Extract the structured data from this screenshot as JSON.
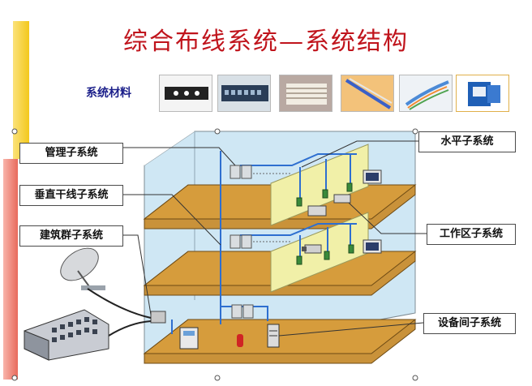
{
  "title": "综合布线系统—系统结构",
  "materials": {
    "label": "系统材料",
    "items": [
      {
        "name": "patch-panel-photo-icon"
      },
      {
        "name": "rack-panel-photo-icon"
      },
      {
        "name": "connection-block-photo-icon"
      },
      {
        "name": "fiber-cable-photo-icon"
      },
      {
        "name": "twisted-pair-cable-photo-icon"
      },
      {
        "name": "rj45-module-photo-icon"
      }
    ]
  },
  "callouts": {
    "management": "管理子系统",
    "vertical": "垂直干线子系统",
    "campus": "建筑群子系统",
    "horizontal": "水平子系统",
    "work_area": "工作区子系统",
    "equipment": "设备间子系统"
  },
  "colors": {
    "title": "#c0141c",
    "materials_label": "#1b1f8a",
    "wall": "#cfe7f4",
    "floor_slab": "#c9923a",
    "partition": "#f1f0a8",
    "cable": "#2e6fd0",
    "left_bar_yellow": "#f3c81c",
    "left_bar_red": "#e4503f"
  }
}
